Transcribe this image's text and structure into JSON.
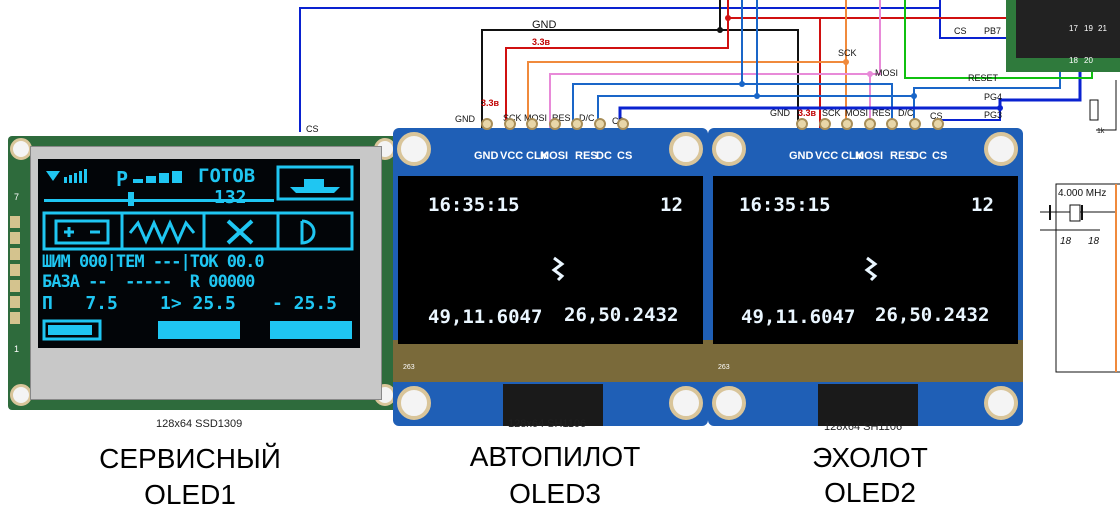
{
  "oled1": {
    "header": "ГОТОВ",
    "value": "132",
    "p_label": "P",
    "row1": "ШИМ 000|ТЕМ ---|ТОК 00.0",
    "row2": "БАЗА --  -----  R 00000",
    "row3_left": "П   7.5",
    "row3_mid": "1> 25.5",
    "row3_right": "- 25.5",
    "part": "128x64 SSD1309",
    "name": "СЕРВИСНЫЙ",
    "id": "OLED1",
    "pin_marks": [
      "7",
      "1"
    ]
  },
  "oled3": {
    "time": "16:35:15",
    "num": "12",
    "coord_left": "49,11.6047",
    "coord_right": "26,50.2432",
    "part": "128x64 SH1106",
    "name": "АВТОПИЛОТ",
    "id": "OLED3",
    "pins": [
      "GND",
      "VCC",
      "CLK",
      "MOSI",
      "RES",
      "DC",
      "CS"
    ],
    "small_label": "263"
  },
  "oled2": {
    "time": "16:35:15",
    "num": "12",
    "coord_left": "49,11.6047",
    "coord_right": "26,50.2432",
    "part": "128x64 SH1106",
    "name": "ЭХОЛОТ",
    "id": "OLED2",
    "pins": [
      "GND",
      "VCC",
      "CLK",
      "MOSI",
      "RES",
      "DC",
      "CS"
    ],
    "small_label": "263"
  },
  "wire_labels": {
    "gnd": "GND",
    "v33": "3.3в",
    "sck": "SCK",
    "mosi": "MOSI",
    "res": "RES",
    "dc": "D/C",
    "cs": "CS",
    "pb7": "PB7",
    "reset": "RESET",
    "pg4": "PG4",
    "pg3": "PG3"
  },
  "mcu": {
    "pins": [
      "17",
      "18",
      "19",
      "20",
      "21"
    ],
    "crystal": "4.000 MHz",
    "cap1": "18",
    "cap2": "18",
    "res": "1k"
  },
  "colors": {
    "gnd": "#111111",
    "vcc": "#d01010",
    "sck": "#f08a3c",
    "mosi": "#e88ad8",
    "res": "#1a66c8",
    "cs": "#0a22d0",
    "reset": "#10c010",
    "oled_cyan": "#1fc6f2",
    "module_blue": "#1f5fb6"
  }
}
